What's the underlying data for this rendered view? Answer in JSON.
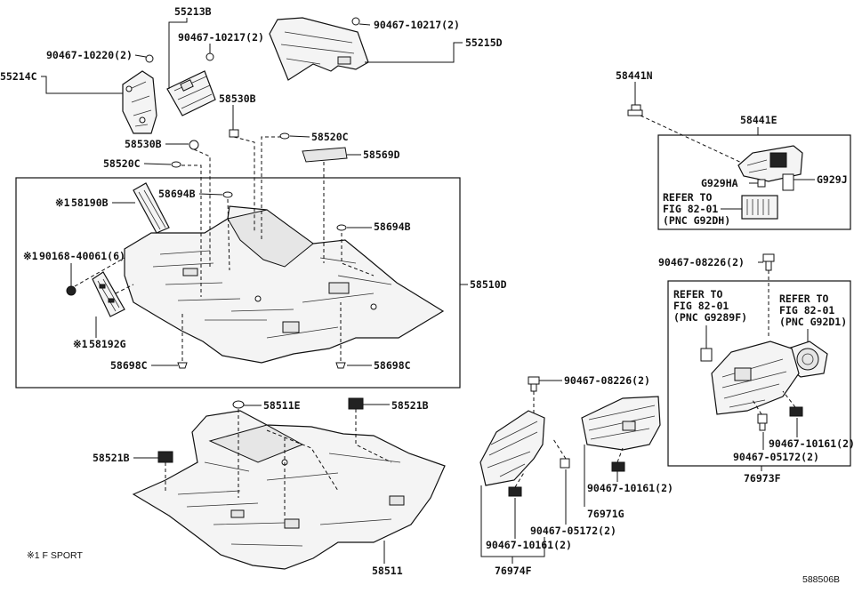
{
  "labels": {
    "p55213B": "55213B",
    "p90467_10217_a": "90467-10217(2)",
    "p90467_10220": "90467-10220(2)",
    "p55214C": "55214C",
    "p90467_10217_b": "90467-10217(2)",
    "p55215D": "55215D",
    "p58441N": "58441N",
    "p58441E": "58441E",
    "pG929HA": "G929HA",
    "pG929J": "G929J",
    "pRefer1_l1": "REFER TO",
    "pRefer1_l2": "FIG 82-01",
    "pRefer1_l3": "(PNC G92DH)",
    "p58530B_a": "58530B",
    "p58530B_b": "58530B",
    "p58520C_a": "58520C",
    "p58520C_b": "58520C",
    "p58569D": "58569D",
    "p58190B": "58190B",
    "p58694B_a": "58694B",
    "p58694B_b": "58694B",
    "p90168": "90168-40061(6)",
    "p58510D": "58510D",
    "p58192G": "58192G",
    "p58698C_a": "58698C",
    "p58698C_b": "58698C",
    "p90467_08226_a": "90467-08226(2)",
    "pRefer2_l1": "REFER TO",
    "pRefer2_l2": "FIG 82-01",
    "pRefer2_l3": "(PNC G9289F)",
    "pRefer3_l1": "REFER TO",
    "pRefer3_l2": "FIG 82-01",
    "pRefer3_l3": "(PNC G92D1)",
    "p90467_10161_a": "90467-10161(2)",
    "p90467_05172_a": "90467-05172(2)",
    "p76973F": "76973F",
    "p58511E": "58511E",
    "p58521B_a": "58521B",
    "p58521B_b": "58521B",
    "p90467_08226_b": "90467-08226(2)",
    "p90467_10161_b": "90467-10161(2)",
    "p76971G": "76971G",
    "p90467_05172_b": "90467-05172(2)",
    "p90467_10161_c": "90467-10161(2)",
    "p76974F": "76974F",
    "p58511": "58511",
    "mark1": "※1",
    "mark2": "※1",
    "mark3": "※1",
    "footnote": "※1 F SPORT",
    "diagram_id": "588506B"
  }
}
